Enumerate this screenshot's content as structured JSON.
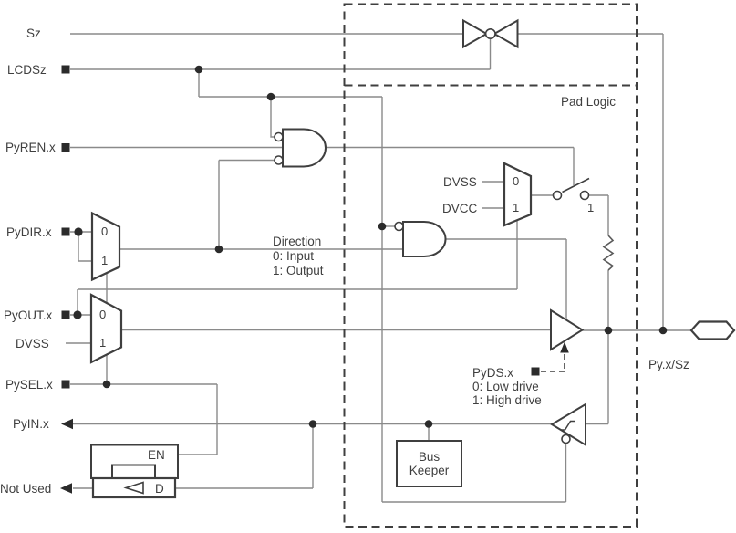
{
  "signals": {
    "sz": "Sz",
    "lcdsz": "LCDSz",
    "pyren": "PyREN.x",
    "pydir": "PyDIR.x",
    "pyout": "PyOUT.x",
    "dvss_left": "DVSS",
    "pysel": "PySEL.x",
    "pyin": "PyIN.x",
    "not_used": "Not Used",
    "pyds": "PyDS.x",
    "pad_pin": "Py.x/Sz"
  },
  "annotations": {
    "pad_logic": "Pad Logic",
    "direction_title": "Direction",
    "direction_0": "0: Input",
    "direction_1": "1: Output",
    "pyds_0": "0: Low drive",
    "pyds_1": "1: High drive",
    "switch_closed": "1"
  },
  "components": {
    "mux_dir_in0": "0",
    "mux_dir_in1": "1",
    "mux_out_in0": "0",
    "mux_out_in1": "1",
    "mux_pull_in0": "0",
    "mux_pull_in1": "1",
    "pull_dvss": "DVSS",
    "pull_dvcc": "DVCC",
    "latch_en": "EN",
    "latch_d": "D",
    "bus_keeper_line1": "Bus",
    "bus_keeper_line2": "Keeper"
  },
  "colors": {
    "wire": "#8a8a8a",
    "outline": "#3f3f3f",
    "text": "#3f3f3f",
    "marker": "#2b2b2b",
    "resistor": "#5a5a5a",
    "background": "#ffffff"
  }
}
